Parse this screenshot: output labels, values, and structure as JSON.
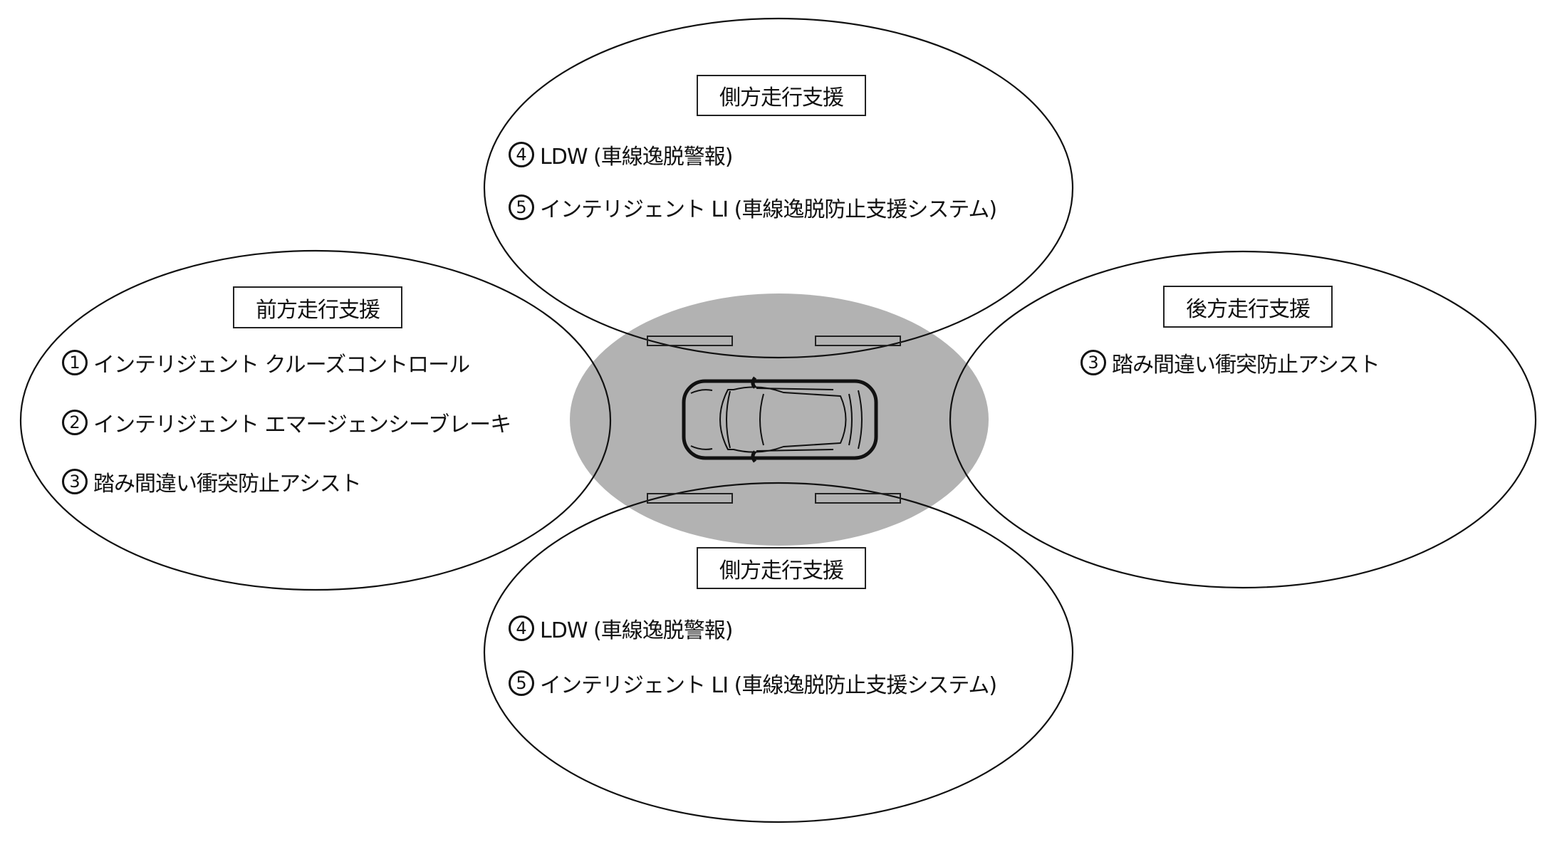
{
  "colors": {
    "sensor_zone": "#b2b2b2",
    "outline": "#111111"
  },
  "zones": {
    "side_top": {
      "title": "側方走行支援",
      "items": [
        {
          "num": "4",
          "label": "LDW (車線逸脱警報)"
        },
        {
          "num": "5",
          "label": "インテリジェント LI (車線逸脱防止支援システム)"
        }
      ]
    },
    "front": {
      "title": "前方走行支援",
      "items": [
        {
          "num": "1",
          "label": "インテリジェント クルーズコントロール"
        },
        {
          "num": "2",
          "label": "インテリジェント エマージェンシーブレーキ"
        },
        {
          "num": "3",
          "label": "踏み間違い衝突防止アシスト"
        }
      ]
    },
    "rear": {
      "title": "後方走行支援",
      "items": [
        {
          "num": "3",
          "label": "踏み間違い衝突防止アシスト"
        }
      ]
    },
    "side_bottom": {
      "title": "側方走行支援",
      "items": [
        {
          "num": "4",
          "label": "LDW (車線逸脱警報)"
        },
        {
          "num": "5",
          "label": "インテリジェント LI (車線逸脱防止支援システム)"
        }
      ]
    }
  }
}
